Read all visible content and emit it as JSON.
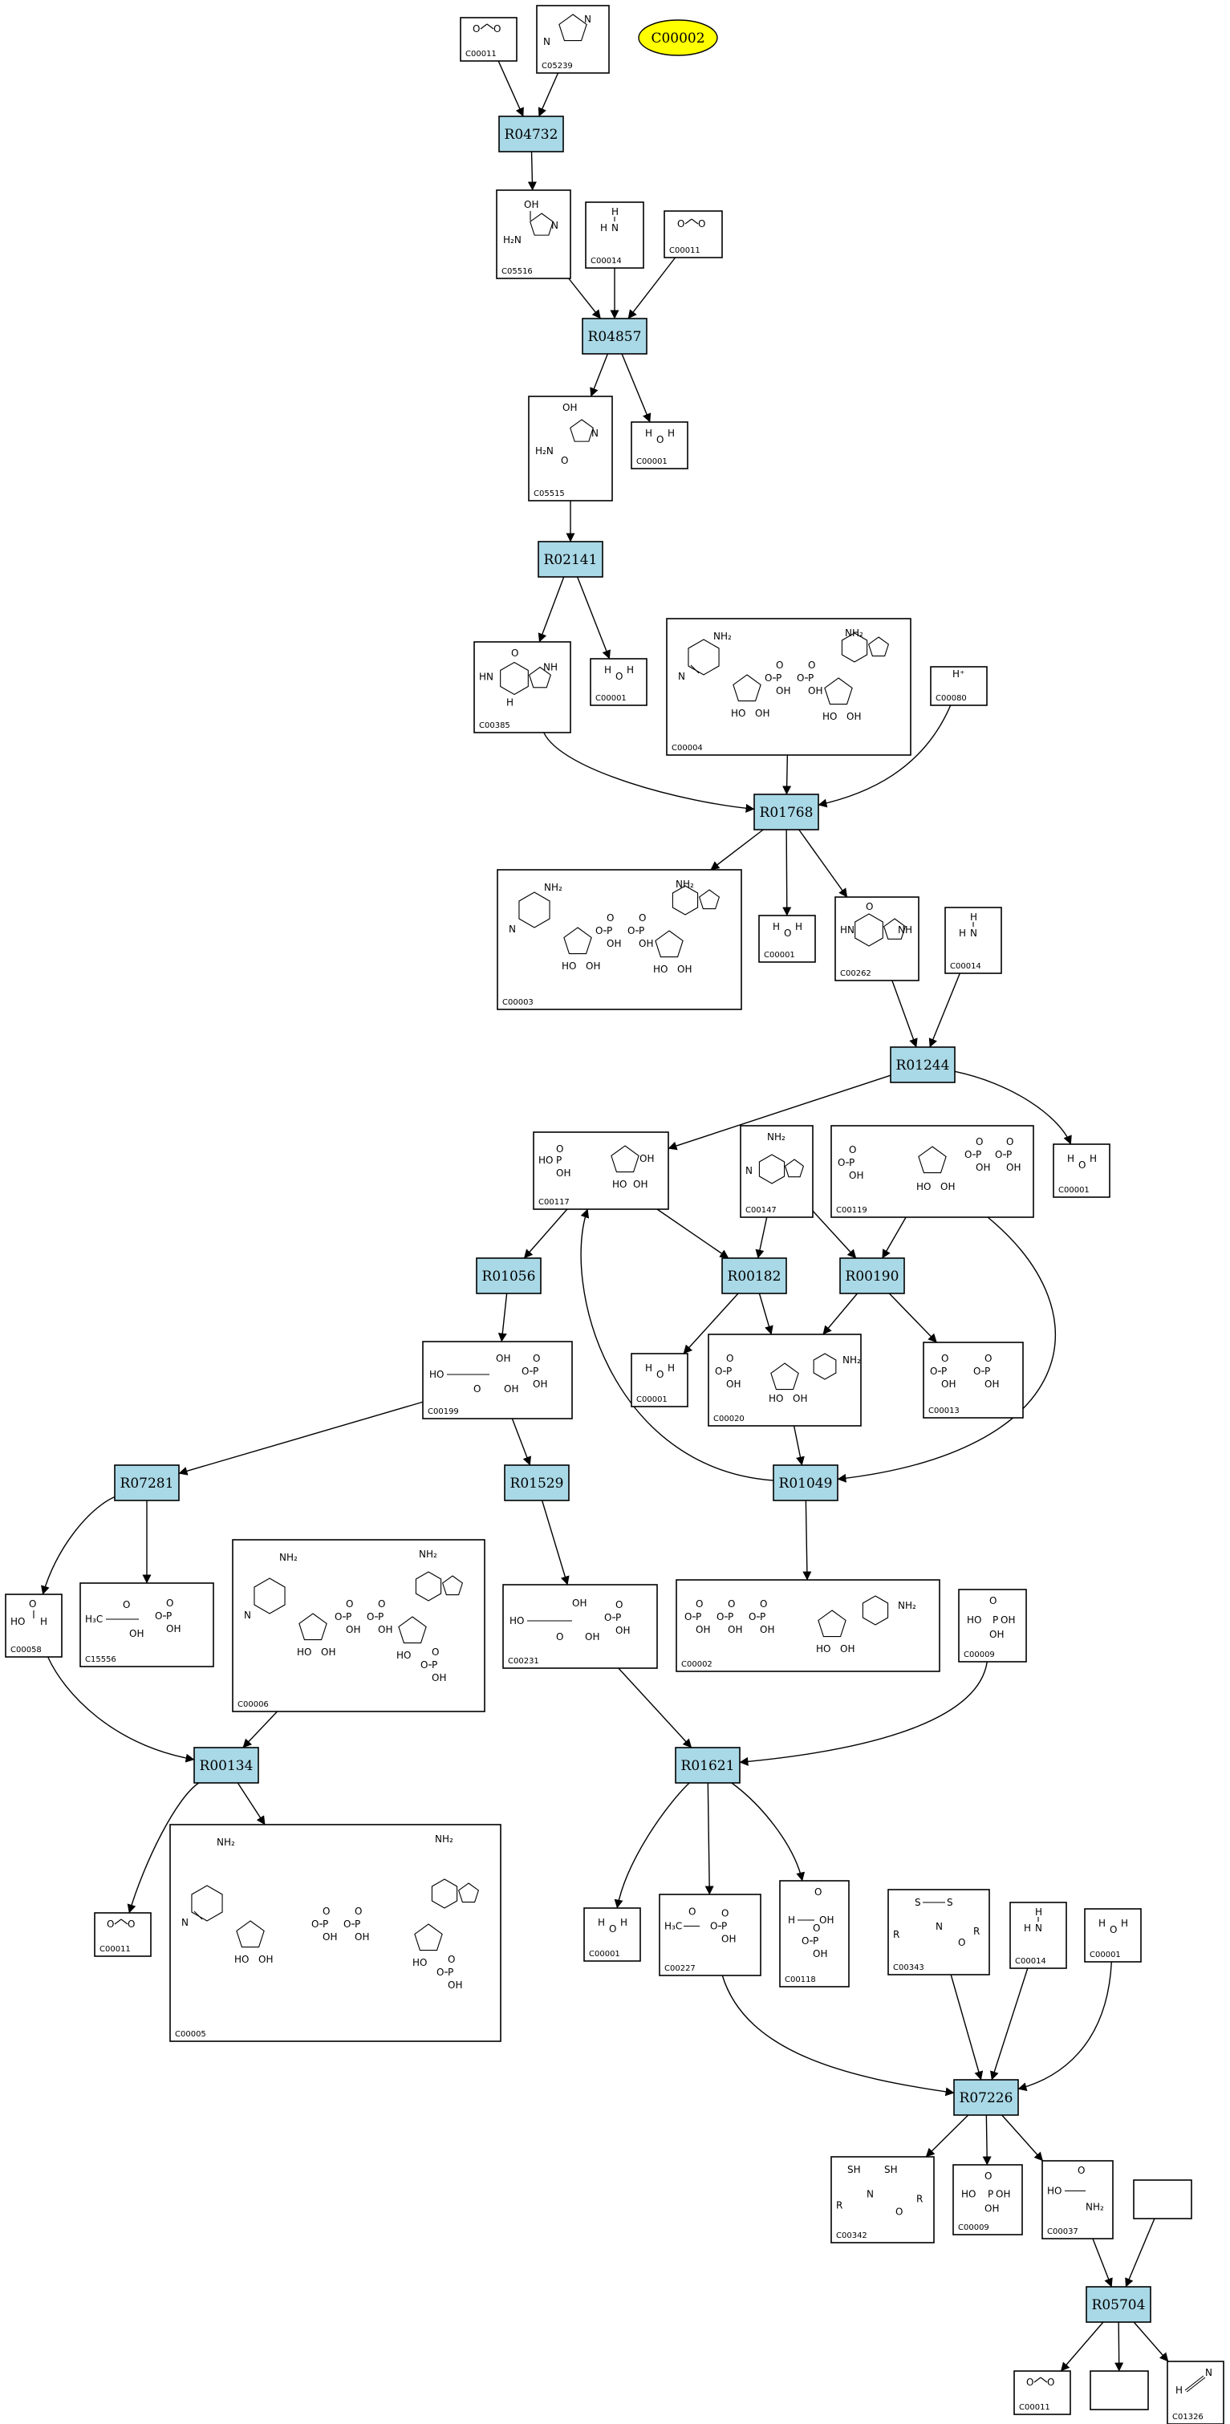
{
  "title": "C00002",
  "colors": {
    "reaction_fill": "#a9d8e6",
    "title_fill": "#ffff00",
    "stroke": "#000000"
  },
  "reactions": [
    {
      "id": "R04732",
      "label": "R04732"
    },
    {
      "id": "R04857",
      "label": "R04857"
    },
    {
      "id": "R02141",
      "label": "R02141"
    },
    {
      "id": "R01768",
      "label": "R01768"
    },
    {
      "id": "R01244",
      "label": "R01244"
    },
    {
      "id": "R01056",
      "label": "R01056"
    },
    {
      "id": "R00182",
      "label": "R00182"
    },
    {
      "id": "R00190",
      "label": "R00190"
    },
    {
      "id": "R07281",
      "label": "R07281"
    },
    {
      "id": "R01529",
      "label": "R01529"
    },
    {
      "id": "R01049",
      "label": "R01049"
    },
    {
      "id": "R00134",
      "label": "R00134"
    },
    {
      "id": "R01621",
      "label": "R01621"
    },
    {
      "id": "R07226",
      "label": "R07226"
    },
    {
      "id": "R05704",
      "label": "R05704"
    }
  ],
  "compounds": [
    {
      "id": "c1",
      "label": "C00011",
      "icon": "co2"
    },
    {
      "id": "c2",
      "label": "C05239",
      "icon": "imidazole"
    },
    {
      "id": "c3",
      "label": "C05516",
      "icon": "aminoimidazole-acid"
    },
    {
      "id": "c4",
      "label": "C00014",
      "icon": "ammonia"
    },
    {
      "id": "c5",
      "label": "C00011",
      "icon": "co2"
    },
    {
      "id": "c6",
      "label": "C05515",
      "icon": "carbamoylimidazole-acid"
    },
    {
      "id": "c7",
      "label": "C00001",
      "icon": "water"
    },
    {
      "id": "c8",
      "label": "C00385",
      "icon": "xanthine"
    },
    {
      "id": "c9",
      "label": "C00001",
      "icon": "water"
    },
    {
      "id": "c10",
      "label": "C00004",
      "icon": "nadh"
    },
    {
      "id": "c11",
      "label": "C00080",
      "icon": "proton"
    },
    {
      "id": "c12",
      "label": "C00003",
      "icon": "nad"
    },
    {
      "id": "c13",
      "label": "C00001",
      "icon": "water"
    },
    {
      "id": "c14",
      "label": "C00262",
      "icon": "hypoxanthine"
    },
    {
      "id": "c15",
      "label": "C00014",
      "icon": "ammonia"
    },
    {
      "id": "c16",
      "label": "C00117",
      "icon": "ribose-phosphate"
    },
    {
      "id": "c17",
      "label": "C00147",
      "icon": "adenine"
    },
    {
      "id": "c18",
      "label": "C00119",
      "icon": "prpp"
    },
    {
      "id": "c19",
      "label": "C00001",
      "icon": "water"
    },
    {
      "id": "c20",
      "label": "C00001",
      "icon": "water"
    },
    {
      "id": "c21",
      "label": "C00020",
      "icon": "amp"
    },
    {
      "id": "c22",
      "label": "C00013",
      "icon": "pyrophosphate"
    },
    {
      "id": "c23",
      "label": "C00199",
      "icon": "ribulose-phosphate"
    },
    {
      "id": "c24",
      "label": "C00058",
      "icon": "formate"
    },
    {
      "id": "c25",
      "label": "C15556",
      "icon": "acetol-phosphate"
    },
    {
      "id": "c26",
      "label": "C00006",
      "icon": "nadp"
    },
    {
      "id": "c27",
      "label": "C00231",
      "icon": "xylulose-phosphate"
    },
    {
      "id": "c28",
      "label": "C00002",
      "icon": "atp"
    },
    {
      "id": "c29",
      "label": "C00009",
      "icon": "phosphate"
    },
    {
      "id": "c30",
      "label": "C00011",
      "icon": "co2"
    },
    {
      "id": "c31",
      "label": "C00005",
      "icon": "nadph"
    },
    {
      "id": "c32",
      "label": "C00001",
      "icon": "water"
    },
    {
      "id": "c33",
      "label": "C00227",
      "icon": "acetyl-phosphate"
    },
    {
      "id": "c34",
      "label": "C00118",
      "icon": "glyceraldehyde-phosphate"
    },
    {
      "id": "c35",
      "label": "C00343",
      "icon": "thioredoxin-disulfide"
    },
    {
      "id": "c36",
      "label": "C00014",
      "icon": "ammonia"
    },
    {
      "id": "c37",
      "label": "C00001",
      "icon": "water"
    },
    {
      "id": "c38",
      "label": "C00342",
      "icon": "thioredoxin"
    },
    {
      "id": "c39",
      "label": "C00009",
      "icon": "phosphate"
    },
    {
      "id": "c40",
      "label": "C00037",
      "icon": "glycine"
    },
    {
      "id": "c41",
      "label": "",
      "icon": "empty"
    },
    {
      "id": "c42",
      "label": "C00011",
      "icon": "co2"
    },
    {
      "id": "c43",
      "label": "",
      "icon": "empty"
    },
    {
      "id": "c44",
      "label": "C01326",
      "icon": "hydrogen-cyanide"
    }
  ]
}
